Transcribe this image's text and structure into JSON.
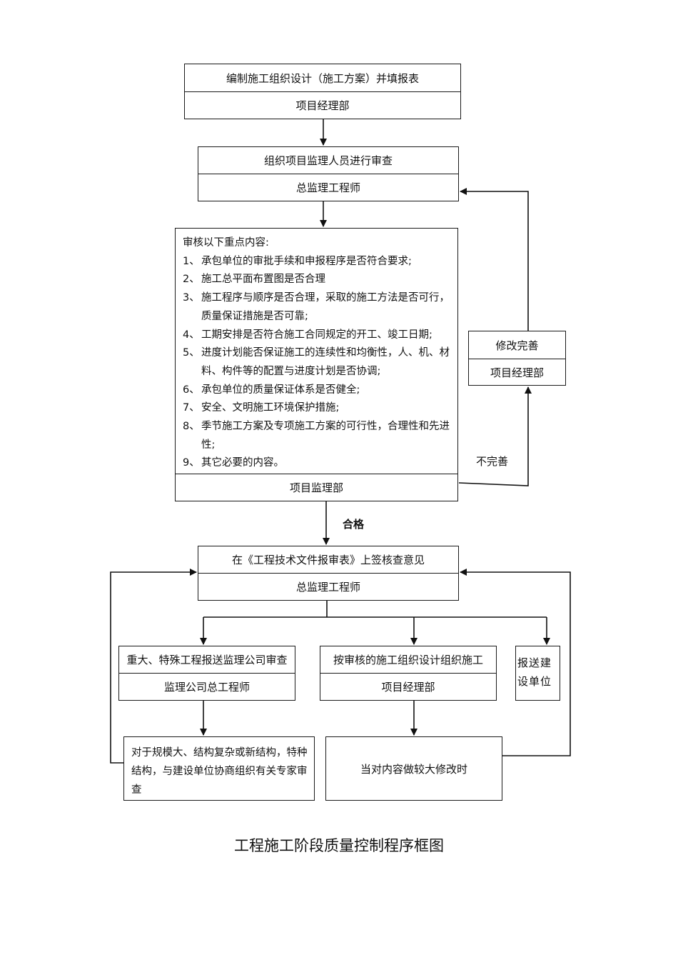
{
  "boxes": {
    "b1": {
      "title": "编制施工组织设计（施工方案）并填报表",
      "role": "项目经理部"
    },
    "b2": {
      "title": "组织项目监理人员进行审查",
      "role": "总监理工程师"
    },
    "b3": {
      "heading": "审核以下重点内容:",
      "items": [
        {
          "num": "1、",
          "text": "承包单位的审批手续和申报程序是否符合要求;"
        },
        {
          "num": "2、",
          "text": "施工总平面布置图是否合理"
        },
        {
          "num": "3、",
          "text": "施工程序与顺序是否合理，采取的施工方法是否可行，质量保证措施是否可靠;"
        },
        {
          "num": "4、",
          "text": "工期安排是否符合施工合同规定的开工、竣工日期;"
        },
        {
          "num": "5、",
          "text": "进度计划能否保证施工的连续性和均衡性，人、机、材料、构件等的配置与进度计划是否协调;"
        },
        {
          "num": "6、",
          "text": "承包单位的质量保证体系是否健全;"
        },
        {
          "num": "7、",
          "text": "安全、文明施工环境保护措施;"
        },
        {
          "num": "8、",
          "text": "季节施工方案及专项施工方案的可行性，合理性和先进性;"
        },
        {
          "num": "9、",
          "text": "其它必要的内容。"
        }
      ],
      "role": "项目监理部"
    },
    "revise": {
      "title": "修改完善",
      "role": "项目经理部"
    },
    "b4": {
      "title": "在《工程技术文件报审表》上签核查意见",
      "role": "总监理工程师"
    },
    "b5": {
      "title": "重大、特殊工程报送监理公司审查",
      "role": "监理公司总工程师"
    },
    "b6": {
      "title": "按审核的施工组织设计组织施工",
      "role": "项目经理部"
    },
    "b7": {
      "text": "报送建设单位"
    },
    "b8": {
      "text": "对于规模大、结构复杂或新结构，特种结构，与建设单位协商组织有关专家审查"
    },
    "b9": {
      "text": "当对内容做较大修改时"
    }
  },
  "labels": {
    "incomplete": "不完善",
    "qualified": "合格"
  },
  "caption": "工程施工阶段质量控制程序框图"
}
